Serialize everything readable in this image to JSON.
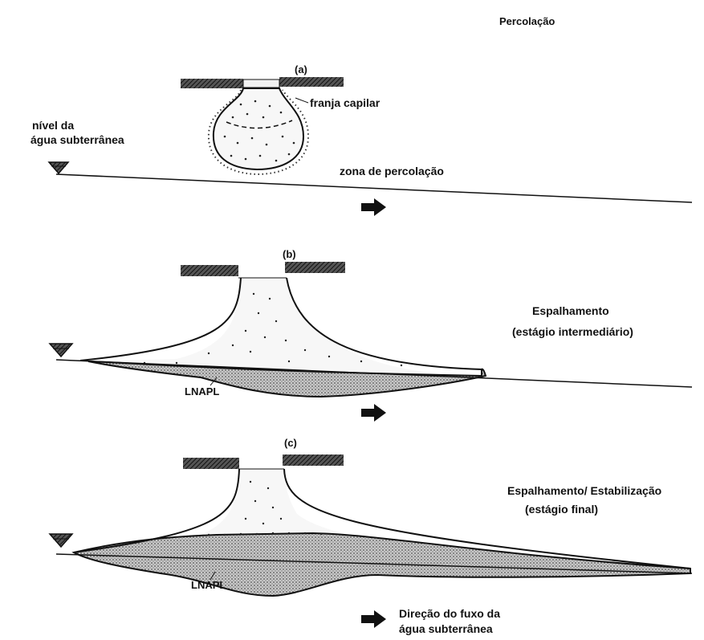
{
  "colors": {
    "ink": "#111111",
    "soil": "#3a3a3a",
    "plume": "#9a9a9a",
    "background": "#ffffff"
  },
  "icons": [
    "water-table-triangle-icon",
    "flow-arrow-icon",
    "soil-hatch-icon"
  ],
  "panel_a": {
    "stage_title": "Percolação",
    "panel_label": "(a)",
    "capillary_fringe_label": "franja capilar",
    "water_level_label_line1": "nível da",
    "water_level_label_line2": "água subterrânea",
    "percolation_zone_label": "zona de percolação"
  },
  "panel_b": {
    "panel_label": "(b)",
    "stage_title": "Espalhamento",
    "stage_subtitle": "(estágio intermediário)",
    "lnapl_label": "LNAPL"
  },
  "panel_c": {
    "panel_label": "(c)",
    "stage_title": "Espalhamento/ Estabilização",
    "stage_subtitle": "(estágio final)",
    "lnapl_label": "LNAPL"
  },
  "legend": {
    "flow_direction_line1": "Direção do fuxo da",
    "flow_direction_line2": "água subterrânea"
  }
}
